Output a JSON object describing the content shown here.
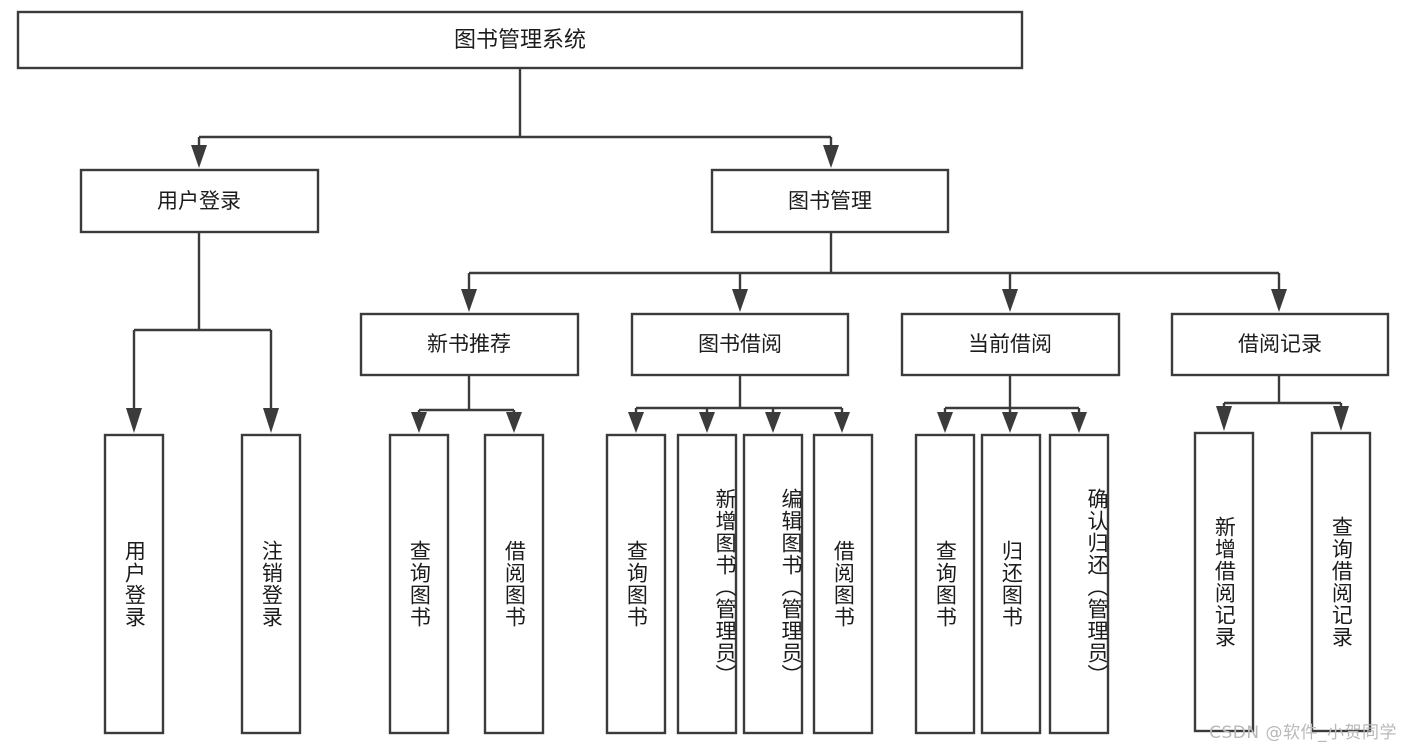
{
  "diagram": {
    "type": "tree",
    "title": "图书管理系统",
    "watermark": "CSDN @软件_小贺同学",
    "colors": {
      "stroke": "#3b3b3b",
      "fill": "#ffffff",
      "text": "#1c1c1c",
      "watermark": "#b9b9b9",
      "background": "#ffffff"
    },
    "root": {
      "label": "图书管理系统"
    },
    "level1": [
      {
        "label": "用户登录"
      },
      {
        "label": "图书管理"
      }
    ],
    "level2": [
      {
        "label": "新书推荐"
      },
      {
        "label": "图书借阅"
      },
      {
        "label": "当前借阅"
      },
      {
        "label": "借阅记录"
      }
    ],
    "leaves": [
      {
        "label": "用户登录",
        "parent": "用户登录"
      },
      {
        "label": "注销登录",
        "parent": "用户登录"
      },
      {
        "label": "查询图书",
        "parent": "新书推荐"
      },
      {
        "label": "借阅图书",
        "parent": "新书推荐"
      },
      {
        "label": "查询图书",
        "parent": "图书借阅"
      },
      {
        "label": "新增图书（管理员）",
        "parent": "图书借阅"
      },
      {
        "label": "编辑图书（管理员）",
        "parent": "图书借阅"
      },
      {
        "label": "借阅图书",
        "parent": "图书借阅"
      },
      {
        "label": "查询图书",
        "parent": "当前借阅"
      },
      {
        "label": "归还图书",
        "parent": "当前借阅"
      },
      {
        "label": "确认归还（管理员）",
        "parent": "当前借阅"
      },
      {
        "label": "新增借阅记录",
        "parent": "借阅记录"
      },
      {
        "label": "查询借阅记录",
        "parent": "借阅记录"
      }
    ]
  }
}
